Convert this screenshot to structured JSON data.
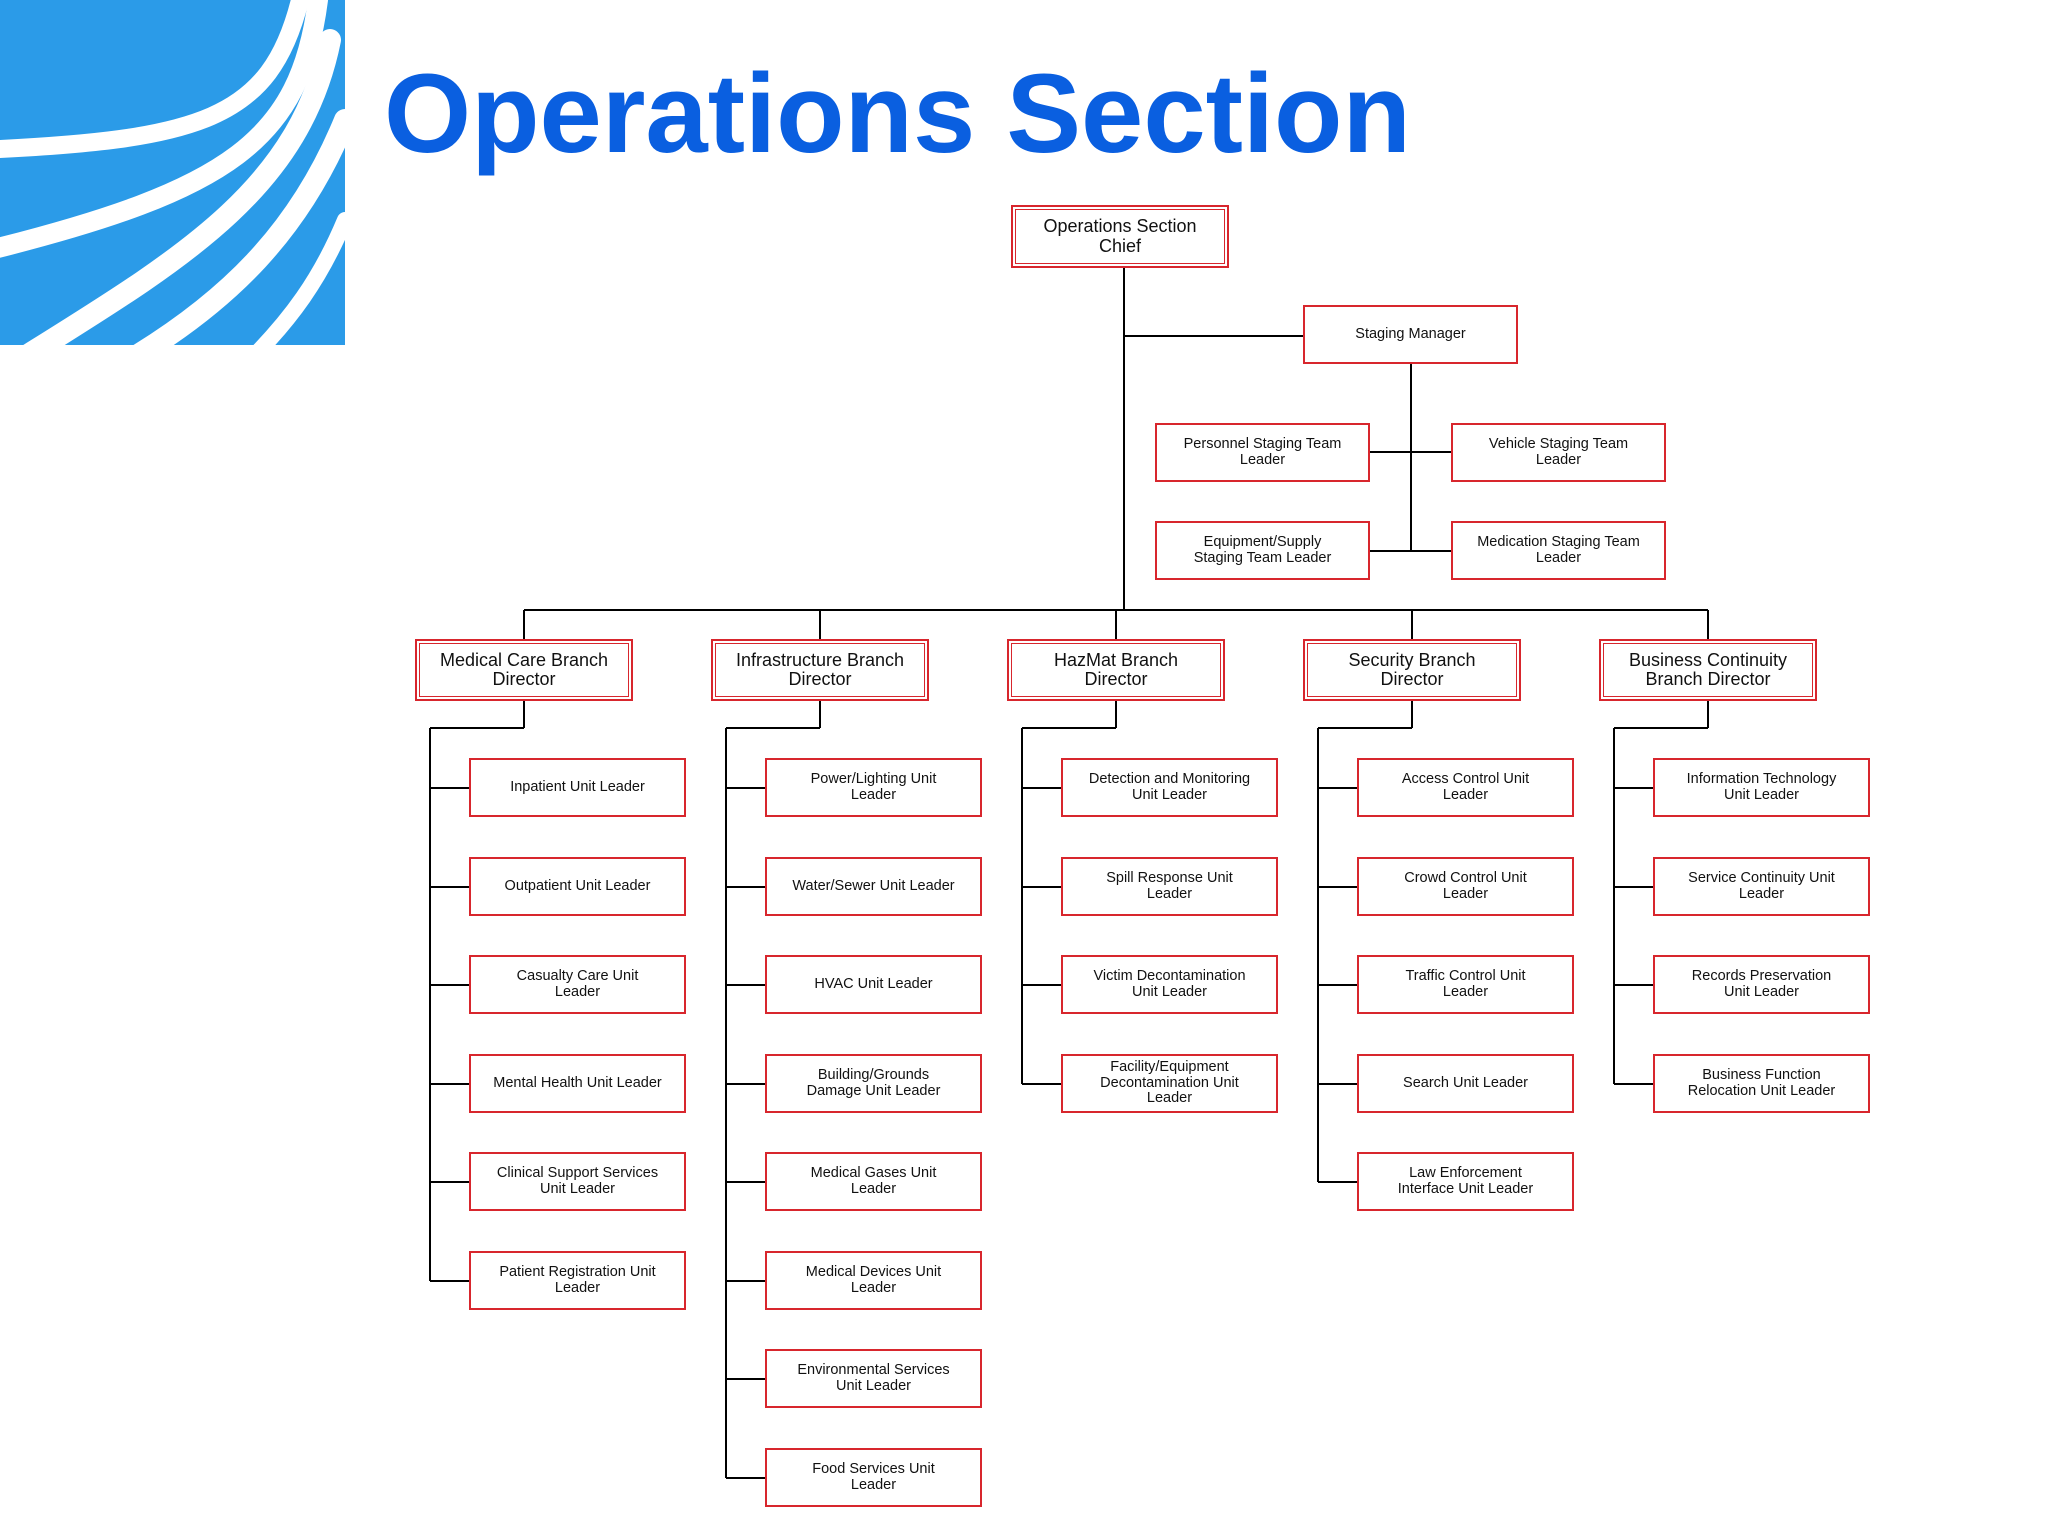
{
  "header": {
    "title": "Operations Section"
  },
  "colors": {
    "title": "#0a5fe0",
    "box_border": "#d8262d",
    "connector": "#000000",
    "logo": "#2b9be8"
  },
  "chart": {
    "chief": "Operations Section\nChief",
    "staging": {
      "manager": "Staging Manager",
      "teams": [
        "Personnel Staging Team\nLeader",
        "Vehicle Staging Team\nLeader",
        "Equipment/Supply\nStaging Team Leader",
        "Medication Staging Team\nLeader"
      ]
    },
    "branches": [
      {
        "director": "Medical Care Branch\nDirector",
        "units": [
          "Inpatient Unit Leader",
          "Outpatient Unit Leader",
          "Casualty Care Unit\nLeader",
          "Mental Health Unit Leader",
          "Clinical Support Services\nUnit Leader",
          "Patient Registration Unit\nLeader"
        ]
      },
      {
        "director": "Infrastructure Branch\nDirector",
        "units": [
          "Power/Lighting Unit\nLeader",
          "Water/Sewer Unit Leader",
          "HVAC Unit Leader",
          "Building/Grounds\nDamage Unit Leader",
          "Medical Gases Unit\nLeader",
          "Medical Devices Unit\nLeader",
          "Environmental Services\nUnit Leader",
          "Food Services Unit\nLeader"
        ]
      },
      {
        "director": "HazMat Branch\nDirector",
        "units": [
          "Detection and Monitoring\nUnit Leader",
          "Spill Response Unit\nLeader",
          "Victim Decontamination\nUnit Leader",
          "Facility/Equipment\nDecontamination Unit\nLeader"
        ]
      },
      {
        "director": "Security Branch\nDirector",
        "units": [
          "Access Control Unit\nLeader",
          "Crowd Control Unit\nLeader",
          "Traffic Control Unit\nLeader",
          "Search Unit Leader",
          "Law Enforcement\nInterface Unit Leader"
        ]
      },
      {
        "director": "Business Continuity\nBranch Director",
        "units": [
          "Information Technology\nUnit Leader",
          "Service Continuity Unit\nLeader",
          "Records Preservation\nUnit Leader",
          "Business Function\nRelocation Unit Leader"
        ]
      }
    ]
  }
}
